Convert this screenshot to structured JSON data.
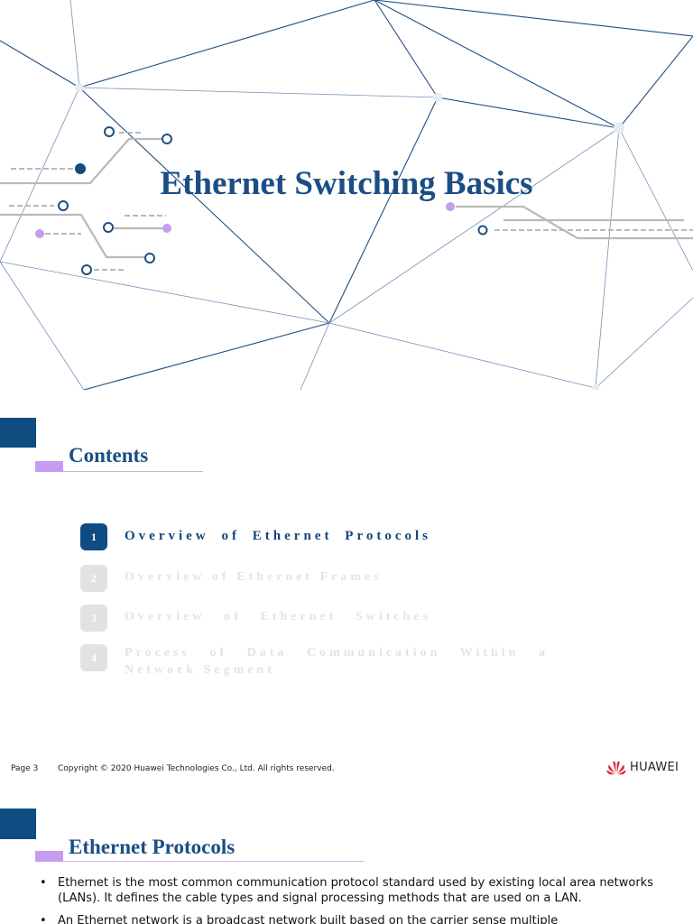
{
  "slide1": {
    "title": "Ethernet Switching Basics"
  },
  "contents": {
    "heading": "Contents",
    "items": [
      {
        "num": "1",
        "text": "Overview of Ethernet Protocols"
      },
      {
        "num": "2",
        "text": "Overview of Ethernet Frames"
      },
      {
        "num": "3",
        "text": "Overview of Ethernet Switches"
      },
      {
        "num": "4",
        "text": "Process of Data Communication Within a Network Segment"
      }
    ],
    "footer": {
      "page": "Page 3",
      "copyright": "Copyright © 2020 Huawei Technologies Co., Ltd. All rights reserved.",
      "logo": "HUAWEI"
    }
  },
  "protocols": {
    "heading": "Ethernet Protocols",
    "bullets": [
      "Ethernet is the most common communication protocol standard used by existing local area networks (LANs). It defines the cable types and signal processing methods that are used on a LAN.",
      "An Ethernet network is a broadcast network built based on the carrier sense multiple"
    ]
  },
  "colors": {
    "brand_blue": "#0f4c81",
    "accent_purple": "#c59cf0",
    "inactive_gray": "#e2e2e2",
    "logo_red": "#e0202e"
  },
  "icons": {
    "logo": "huawei-flower-icon",
    "bullet": "bullet-dot-icon"
  }
}
